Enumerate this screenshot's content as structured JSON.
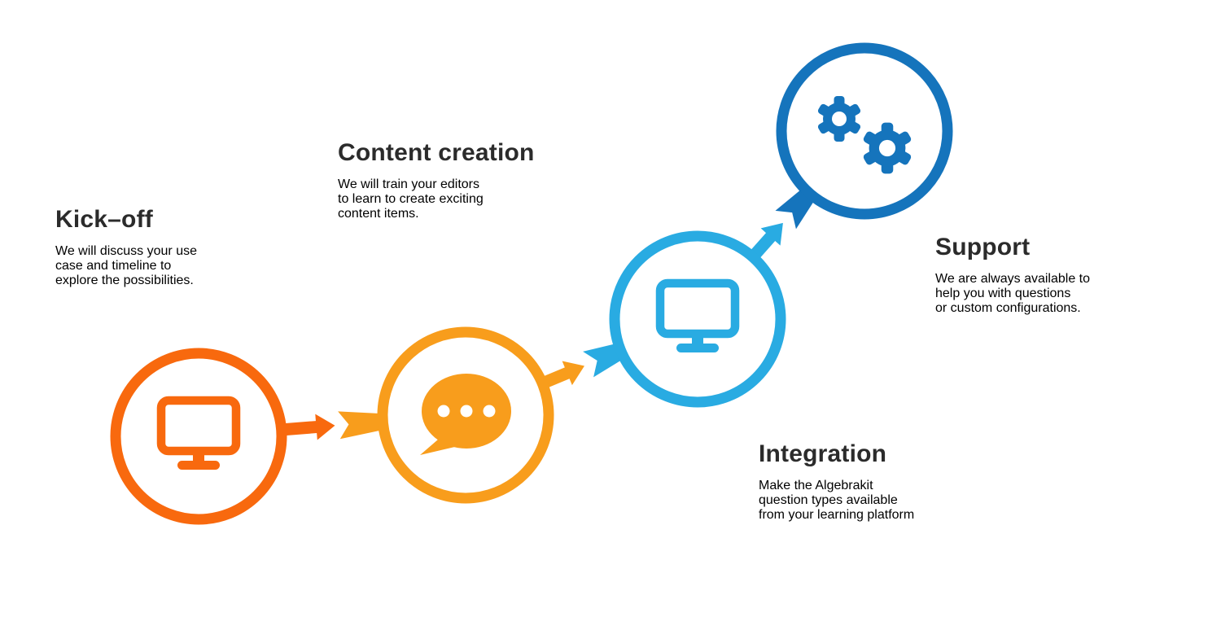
{
  "page": {
    "background": "#ffffff"
  },
  "steps": [
    {
      "id": "kick-off",
      "title": "Kick–off",
      "lines": [
        "We will discuss your use",
        "case and timeline to",
        "explore the possibilities."
      ],
      "icon": "monitor-icon",
      "color": "#F8690E"
    },
    {
      "id": "content-creation",
      "title": "Content creation",
      "lines": [
        "We will train your editors",
        "to learn to create exciting",
        "content items."
      ],
      "icon": "speech-bubble-icon",
      "color": "#F89D1C"
    },
    {
      "id": "integration",
      "title": "Integration",
      "lines": [
        "Make the Algebrakit",
        "question types available",
        "from your learning platform"
      ],
      "icon": "monitor-icon",
      "color": "#29ABE2"
    },
    {
      "id": "support",
      "title": "Support",
      "lines": [
        "We are always available to",
        "help you with questions",
        "or custom configurations."
      ],
      "icon": "gears-icon",
      "color": "#1574BC"
    }
  ],
  "text_colors": {
    "title": "#2B2B2B",
    "body": "#58585B"
  }
}
